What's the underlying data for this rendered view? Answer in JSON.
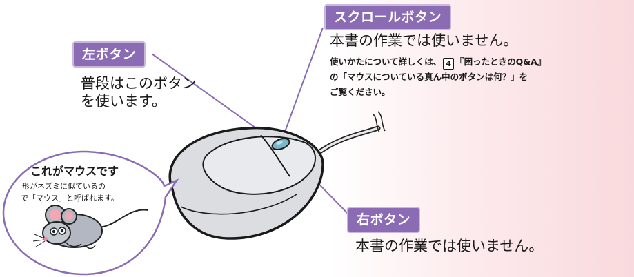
{
  "labels": {
    "left_button": {
      "title": "左ボタン",
      "desc_line1": "普段はこのボタン",
      "desc_line2": "を使います。"
    },
    "scroll_button": {
      "title": "スクロールボタン",
      "desc": "本書の作業では使いません。",
      "note_line1": "使いかたについて詳しくは、",
      "note_ref_icon": "4",
      "note_line1b": "『困ったときのQ&A』",
      "note_line2": "の「マウスについている真ん中のボタンは何？」を",
      "note_line3": "ご覧ください。"
    },
    "right_button": {
      "title": "右ボタン",
      "desc": "本書の作業では使いません。"
    }
  },
  "callout": {
    "title": "これがマウスです",
    "line1": "形がネズミに似ているの",
    "line2": "で「マウス」と呼ばれます。"
  },
  "colors": {
    "badge": "#8b6bb3",
    "leader_line": "#8b6bb3",
    "callout_border": "#8b6bb3",
    "mouse_body": "#dcdde1",
    "background_right": "#f9d9dd"
  },
  "icons": {
    "reference": "manual-volume-icon",
    "mascot": "mouse-character-icon"
  }
}
